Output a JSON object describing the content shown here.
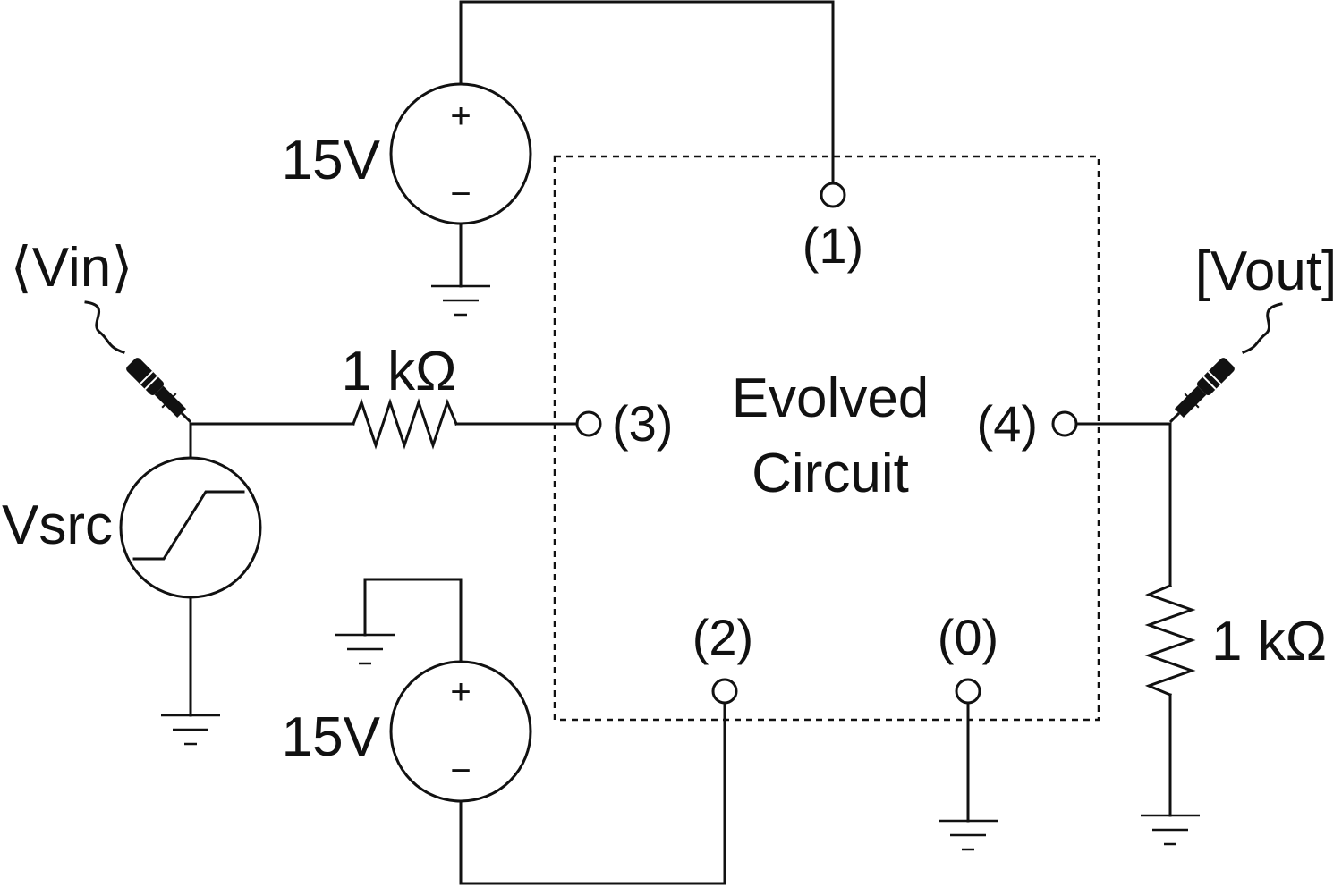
{
  "labels": {
    "supply_top": "15V",
    "supply_bottom": "15V",
    "vin_probe": "⟨Vin⟩",
    "vout_probe": "[Vout]",
    "source": "Vsrc",
    "input_resistor": "1 kΩ",
    "load_resistor": "1 kΩ",
    "circuit_line1": "Evolved",
    "circuit_line2": "Circuit",
    "node_1": "(1)",
    "node_2": "(2)",
    "node_3": "(3)",
    "node_4": "(4)",
    "node_0": "(0)",
    "plus": "+",
    "minus": "−"
  }
}
